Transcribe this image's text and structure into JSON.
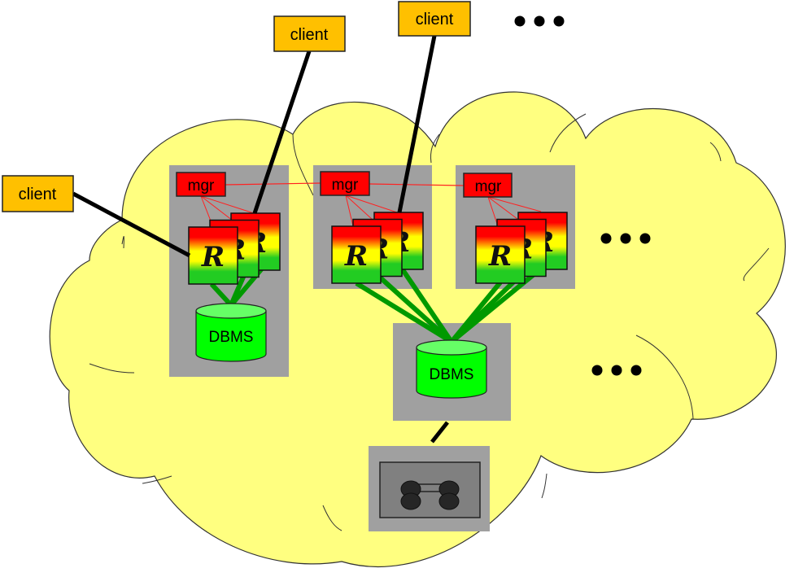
{
  "diagram": {
    "colors": {
      "cloud_fill": "#ffff80",
      "node_box": "#a0a0a0",
      "client_fill": "#ffc000",
      "mgr_fill": "#ff0000",
      "dbms_fill": "#00ff00",
      "dbms_top": "#66ff66",
      "link_green": "#009900",
      "link_red": "#ff2020",
      "tape_inner": "#808080",
      "tape_reel": "#262626"
    },
    "clients": [
      {
        "id": "client-left",
        "label": "client"
      },
      {
        "id": "client-mid",
        "label": "client"
      },
      {
        "id": "client-right",
        "label": "client"
      }
    ],
    "nodes": [
      {
        "id": "node-1",
        "mgr_label": "mgr",
        "worker_glyph": "R",
        "worker_count": 3,
        "local_dbms_label": "DBMS"
      },
      {
        "id": "node-2",
        "mgr_label": "mgr",
        "worker_glyph": "R",
        "worker_count": 3
      },
      {
        "id": "node-3",
        "mgr_label": "mgr",
        "worker_glyph": "R",
        "worker_count": 3
      }
    ],
    "shared_dbms": {
      "label": "DBMS"
    },
    "tape_storage": {
      "icon": "tape-drive-icon"
    },
    "ellipses": [
      "more-clients",
      "more-nodes",
      "more-dbms"
    ]
  }
}
